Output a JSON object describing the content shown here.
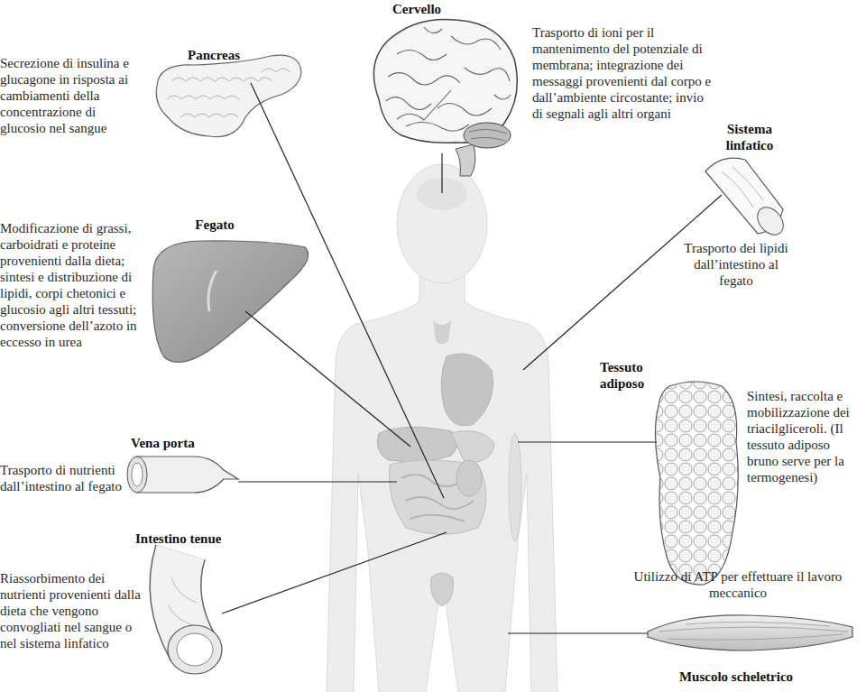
{
  "diagram": {
    "labels": [
      "Cervello",
      "Trasporto di ioni per il mantenimento del potenziale di membrana; integrazione dei messaggi provenienti dal corpo e dall’ambiente circostante; invio di segnali agli altri organi",
      "Pancreas",
      "Secrezione di insulina e glucagone in risposta ai cambiamenti della concentrazione di glucosio nel sangue",
      "Sistema linfatico",
      "Trasporto dei lipidi dall’intestino al fegato",
      "Fegato",
      "Modificazione di grassi, carboidrati e proteine provenienti dalla dieta; sintesi e distribuzione di lipidi, corpi chetonici e glucosio agli altri tessuti; conversione dell’azoto in eccesso in urea",
      "Tessuto adiposo",
      "Sintesi, raccolta e mobilizzazione dei triacilgliceroli. (Il tessuto adiposo bruno serve per la termogenesi)",
      "Vena porta",
      "Trasporto di nutrienti dall’intestino al fegato",
      "Intestino tenue",
      "Riassorbimento dei nutrienti provenienti dalla dieta che vengono convogliati nel sangue o nel sistema linfatico",
      "Utilizzo di ATP per effettuare il lavoro meccanico",
      "Muscolo scheletrico"
    ]
  }
}
